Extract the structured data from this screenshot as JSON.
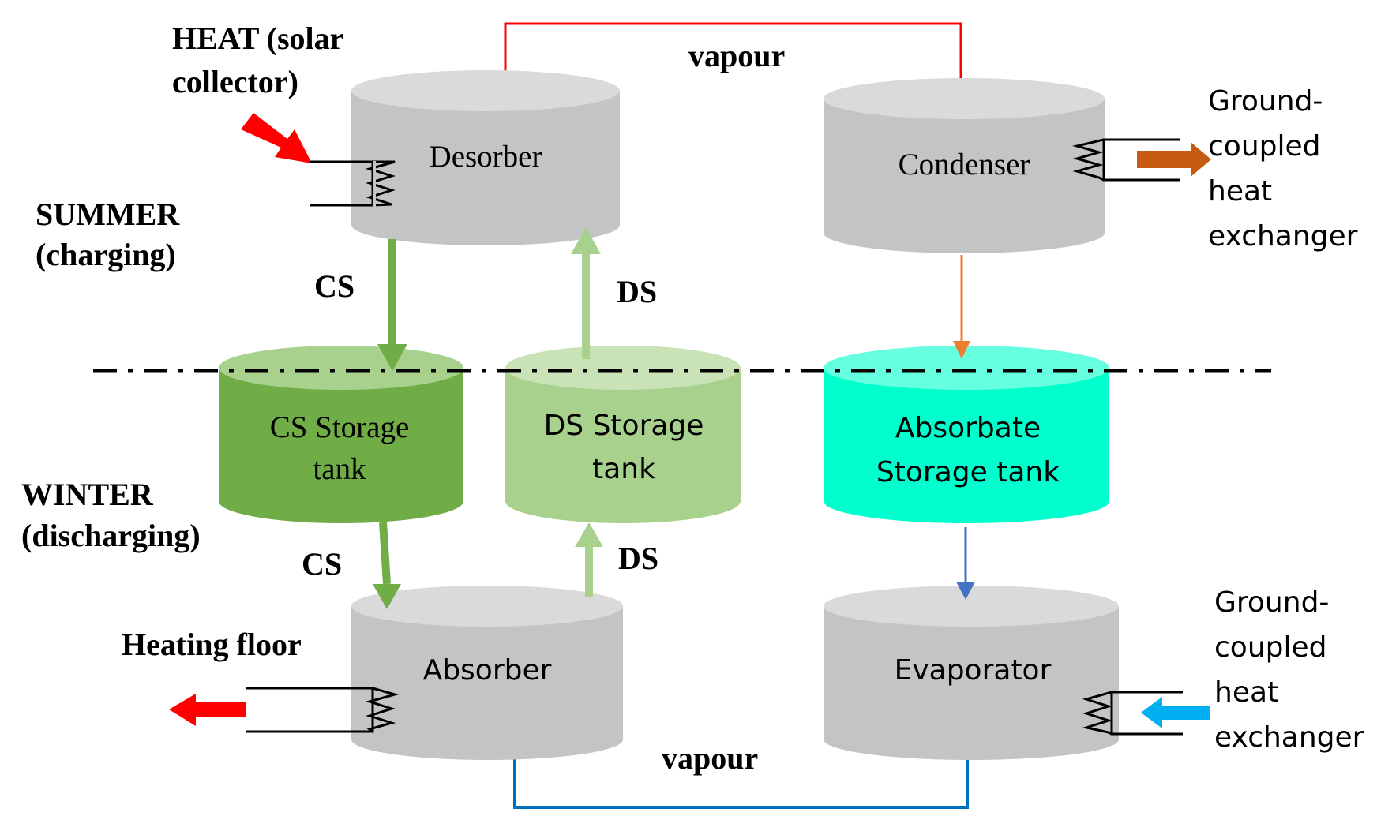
{
  "labels": {
    "heat_line1": "HEAT (solar",
    "heat_line2": "collector)",
    "vapour_top": "vapour",
    "vapour_bottom": "vapour",
    "summer_line1": "SUMMER",
    "summer_line2": "(charging)",
    "winter_line1": "WINTER",
    "winter_line2": "(discharging)",
    "cs_upper": "CS",
    "ds_upper": "DS",
    "cs_lower": "CS",
    "ds_lower": "DS",
    "heating_floor": "Heating floor",
    "gchx_top": [
      "Ground-",
      "coupled",
      "heat",
      "exchanger"
    ],
    "gchx_bottom": [
      "Ground-",
      "coupled",
      "heat",
      "exchanger"
    ]
  },
  "vessels": {
    "desorber": "Desorber",
    "condenser": "Condenser",
    "absorber": "Absorber",
    "evaporator": "Evaporator",
    "cs_tank": [
      "CS Storage",
      "tank"
    ],
    "ds_tank": [
      "DS Storage",
      "tank"
    ],
    "absorbate_tank": [
      "Absorbate",
      "Storage tank"
    ]
  },
  "colors": {
    "gray_vessel": "#c4c4c4",
    "gray_top": "#dadada",
    "cs_green": "#70ad47",
    "cs_green_top": "#a9d18e",
    "ds_green": "#a9d18e",
    "ds_green_top": "#c9e3b6",
    "absorbate": "#00ffcc",
    "absorbate_top": "#66ffe0",
    "red": "#ff0000",
    "orange": "#ed7d31",
    "brown": "#c55a11",
    "blue_line": "#0070c0",
    "blue_arrow": "#4472c4",
    "cyan_arrow": "#00b0f0"
  }
}
